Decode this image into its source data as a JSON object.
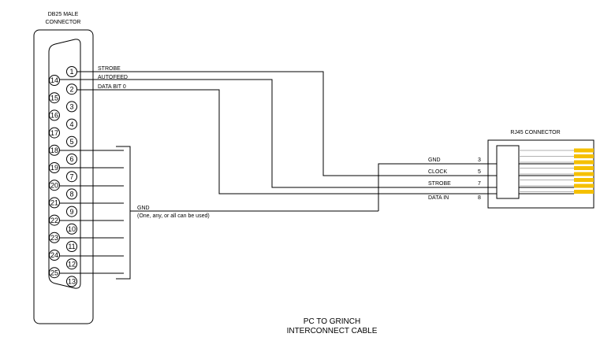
{
  "db25": {
    "label_line1": "DB25 MALE",
    "label_line2": "CONNECTOR",
    "pins_top": [
      "1",
      "2",
      "3",
      "4",
      "5",
      "6",
      "7",
      "8",
      "9",
      "10",
      "11",
      "12",
      "13"
    ],
    "pins_bottom": [
      "14",
      "15",
      "16",
      "17",
      "18",
      "19",
      "20",
      "21",
      "22",
      "23",
      "24",
      "25"
    ]
  },
  "rj45": {
    "label": "RJ45 CONNECTOR",
    "pin_color": "#F5C000"
  },
  "signals": {
    "strobe": "STROBE",
    "autofeed": "AUTOFEED",
    "data_bit0": "DATA BIT 0",
    "gnd": "GND",
    "gnd_note": "(One, any, or all can be used)"
  },
  "rj_signals": [
    {
      "name": "GND",
      "pin": "3"
    },
    {
      "name": "CLOCK",
      "pin": "5"
    },
    {
      "name": "STROBE",
      "pin": "7"
    },
    {
      "name": "DATA IN",
      "pin": "8"
    }
  ],
  "title": {
    "line1": "PC TO GRINCH",
    "line2": "INTERCONNECT CABLE"
  }
}
